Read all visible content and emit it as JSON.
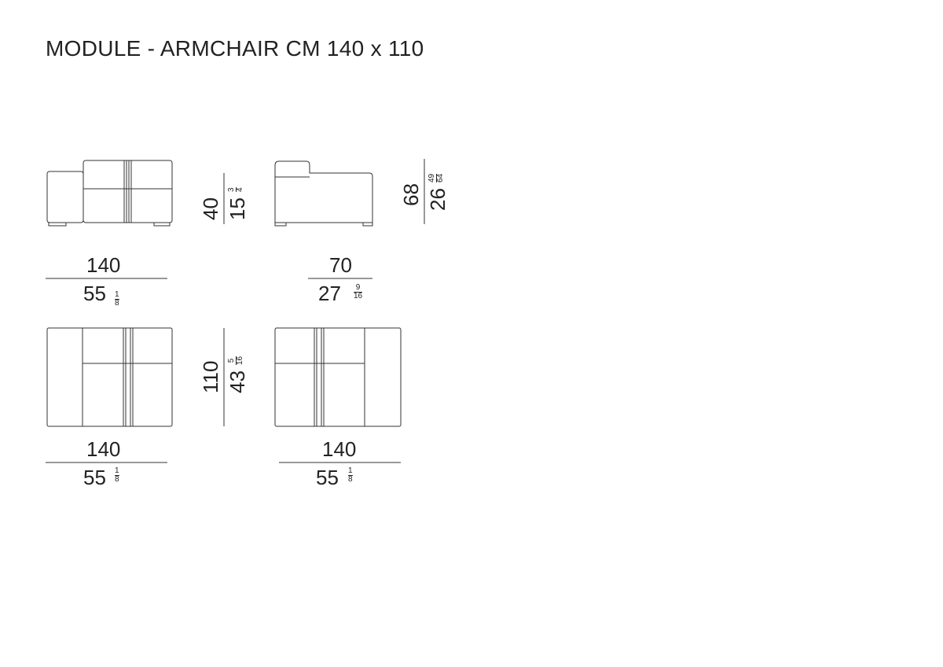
{
  "title": "MODULE - ARMCHAIR CM 140 x 110",
  "dimensions": {
    "front_width": {
      "cm": "140",
      "inch": "55",
      "num": "1",
      "den": "8"
    },
    "seat_height": {
      "cm": "40",
      "inch": "15",
      "num": "3",
      "den": "4"
    },
    "side_depth": {
      "cm": "70",
      "inch": "27",
      "num": "9",
      "den": "16"
    },
    "total_height": {
      "cm": "68",
      "inch": "26",
      "num": "49",
      "den": "64"
    },
    "plan_left_width": {
      "cm": "140",
      "inch": "55",
      "num": "1",
      "den": "8"
    },
    "plan_depth": {
      "cm": "110",
      "inch": "43",
      "num": "5",
      "den": "16"
    },
    "plan_right_width": {
      "cm": "140",
      "inch": "55",
      "num": "1",
      "den": "8"
    }
  }
}
